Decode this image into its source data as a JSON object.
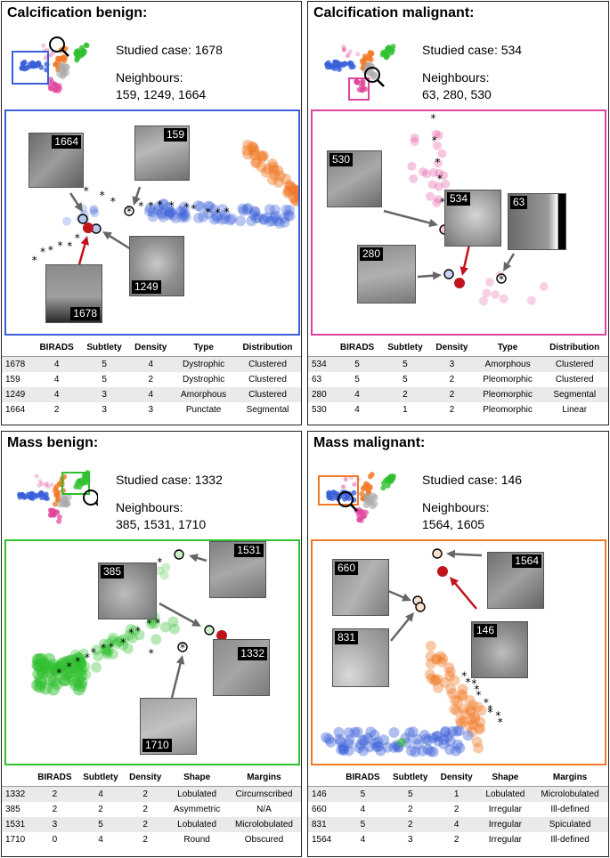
{
  "colors": {
    "calc_benign": "#3a5fd8",
    "calc_malignant": "#e0449a",
    "mass_benign": "#2fbf2f",
    "mass_malignant": "#f07a28",
    "studied_marker": "#c0141c"
  },
  "panels": [
    {
      "key": "calc_benign",
      "title": "Calcification benign:",
      "studied": "Studied case: 1678",
      "neighbours_label": "Neighbours:",
      "neighbours": "159, 1249, 1664",
      "thumbs": [
        "1664",
        "159",
        "1249",
        "1678"
      ],
      "headers": [
        "",
        "BIRADS",
        "Subtlety",
        "Density",
        "Type",
        "Distribution"
      ],
      "rows": [
        [
          "1678",
          "4",
          "5",
          "4",
          "Dystrophic",
          "Clustered"
        ],
        [
          "159",
          "4",
          "5",
          "2",
          "Dystrophic",
          "Clustered"
        ],
        [
          "1249",
          "4",
          "3",
          "4",
          "Amorphous",
          "Clustered"
        ],
        [
          "1664",
          "2",
          "3",
          "3",
          "Punctate",
          "Segmental"
        ]
      ]
    },
    {
      "key": "calc_malignant",
      "title": "Calcification malignant:",
      "studied": "Studied case: 534",
      "neighbours_label": "Neighbours:",
      "neighbours": "63, 280, 530",
      "thumbs": [
        "530",
        "534",
        "63",
        "280"
      ],
      "headers": [
        "",
        "BIRADS",
        "Subtlety",
        "Density",
        "Type",
        "Distribution"
      ],
      "rows": [
        [
          "534",
          "5",
          "5",
          "3",
          "Amorphous",
          "Clustered"
        ],
        [
          "63",
          "5",
          "5",
          "2",
          "Pleomorphic",
          "Clustered"
        ],
        [
          "280",
          "4",
          "2",
          "2",
          "Pleomorphic",
          "Segmental"
        ],
        [
          "530",
          "4",
          "1",
          "2",
          "Pleomorphic",
          "Linear"
        ]
      ]
    },
    {
      "key": "mass_benign",
      "title": "Mass benign:",
      "studied": "Studied case: 1332",
      "neighbours_label": "Neighbours:",
      "neighbours": "385, 1531, 1710",
      "thumbs": [
        "385",
        "1531",
        "1332",
        "1710"
      ],
      "headers": [
        "",
        "BIRADS",
        "Subtlety",
        "Density",
        "Shape",
        "Margins"
      ],
      "rows": [
        [
          "1332",
          "2",
          "4",
          "2",
          "Lobulated",
          "Circumscribed"
        ],
        [
          "385",
          "2",
          "2",
          "2",
          "Asymmetric",
          "N/A"
        ],
        [
          "1531",
          "3",
          "5",
          "2",
          "Lobulated",
          "Microlobulated"
        ],
        [
          "1710",
          "0",
          "4",
          "2",
          "Round",
          "Obscured"
        ]
      ]
    },
    {
      "key": "mass_malignant",
      "title": "Mass malignant:",
      "studied": "Studied case: 146",
      "neighbours_label": "Neighbours:",
      "neighbours": "1564, 1605",
      "thumbs": [
        "660",
        "1564",
        "831",
        "146"
      ],
      "headers": [
        "",
        "BIRADS",
        "Subtlety",
        "Density",
        "Shape",
        "Margins"
      ],
      "rows": [
        [
          "146",
          "5",
          "5",
          "1",
          "Lobulated",
          "Microlobulated"
        ],
        [
          "660",
          "4",
          "2",
          "2",
          "Irregular",
          "Ill-defined"
        ],
        [
          "831",
          "5",
          "2",
          "4",
          "Irregular",
          "Spiculated"
        ],
        [
          "1564",
          "4",
          "3",
          "2",
          "Irregular",
          "Ill-defined"
        ]
      ]
    }
  ]
}
